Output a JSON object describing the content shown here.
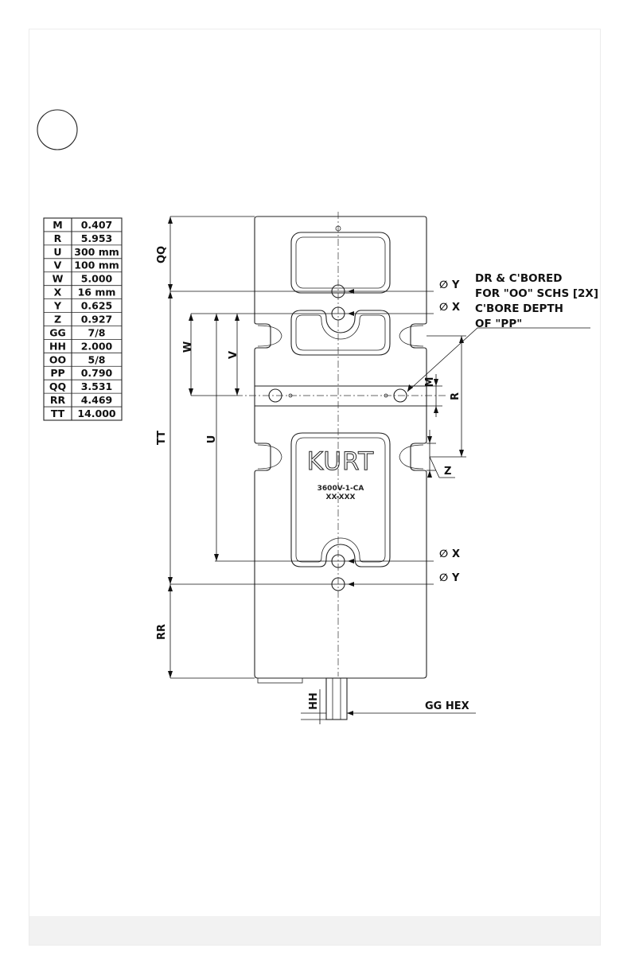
{
  "dimension_table": {
    "rows": [
      {
        "key": "M",
        "value": "0.407"
      },
      {
        "key": "R",
        "value": "5.953"
      },
      {
        "key": "U",
        "value": "300 mm"
      },
      {
        "key": "V",
        "value": "100 mm"
      },
      {
        "key": "W",
        "value": "5.000"
      },
      {
        "key": "X",
        "value": "16 mm"
      },
      {
        "key": "Y",
        "value": "0.625"
      },
      {
        "key": "Z",
        "value": "0.927"
      },
      {
        "key": "GG",
        "value": "7/8"
      },
      {
        "key": "HH",
        "value": "2.000"
      },
      {
        "key": "OO",
        "value": "5/8"
      },
      {
        "key": "PP",
        "value": "0.790"
      },
      {
        "key": "QQ",
        "value": "3.531"
      },
      {
        "key": "RR",
        "value": "4.469"
      },
      {
        "key": "TT",
        "value": "14.000"
      }
    ]
  },
  "callout_note": {
    "lines": [
      "DR & C'BORED",
      "FOR \"OO\" SCHS [2X]",
      "C'BORE DEPTH",
      "OF \"PP\""
    ]
  },
  "hole_labels": {
    "y_top": "Y",
    "x_top": "X",
    "x_bottom": "X",
    "y_bottom": "Y",
    "diameter_symbol": "∅"
  },
  "dimension_labels": {
    "qq": "QQ",
    "tt": "TT",
    "rr": "RR",
    "w": "W",
    "v": "V",
    "u": "U",
    "m": "M",
    "r": "R",
    "z": "Z",
    "hh": "HH",
    "gg_hex": "GG HEX"
  },
  "part_marking": {
    "brand": "KURT",
    "model": "3600V-1-CA",
    "serial": "XX-XXX"
  }
}
